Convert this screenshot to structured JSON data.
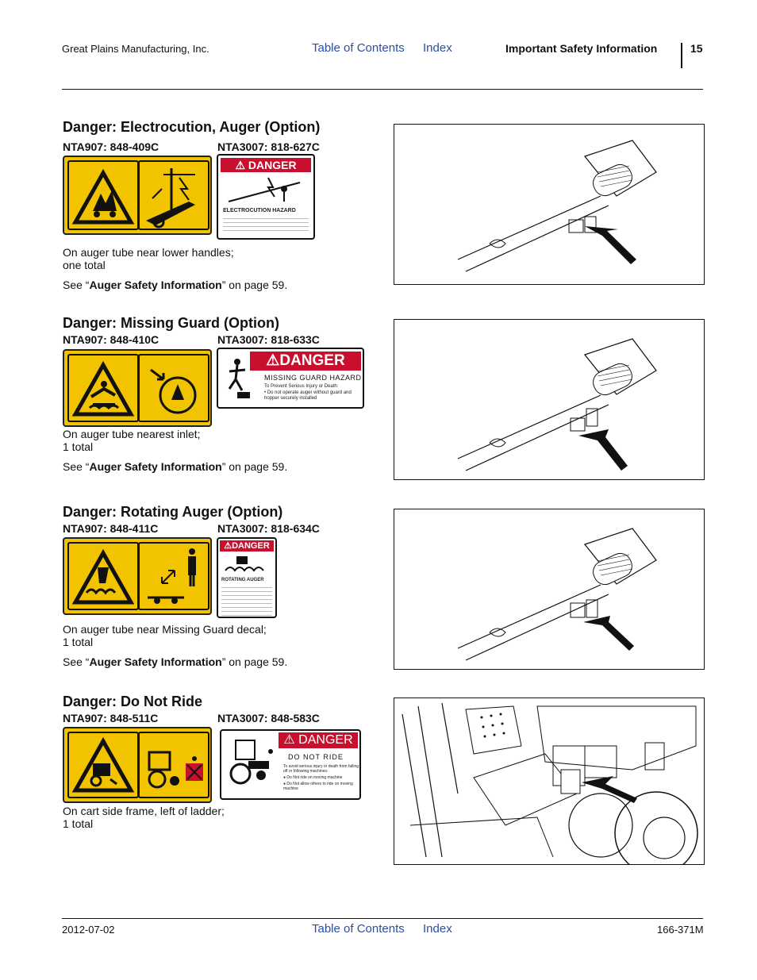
{
  "header": {
    "company": "Great Plains Manufacturing, Inc.",
    "toc_link": "Table of Contents",
    "index_link": "Index",
    "section": "Important Safety Information",
    "page_number": "15"
  },
  "sections": [
    {
      "title": "Danger: Electrocution, Auger (Option)",
      "pn_left": "NTA907: 848-409C",
      "pn_right": "NTA3007: 818-627C",
      "location_line1": "On auger tube near lower handles;",
      "location_line2": "one total",
      "see_prefix": "See “",
      "see_bold": "Auger Safety Information",
      "see_suffix": "” on page 59.",
      "decal_banner": "DANGER",
      "decal_hazard": "ELECTROCUTION HAZARD"
    },
    {
      "title": "Danger: Missing Guard (Option)",
      "pn_left": "NTA907: 848-410C",
      "pn_right": "NTA3007: 818-633C",
      "location_line1": "On auger tube nearest inlet;",
      "location_line2": "1 total",
      "see_prefix": "See “",
      "see_bold": "Auger Safety Information",
      "see_suffix": "” on page 59.",
      "decal_banner": "DANGER",
      "decal_hazard": "MISSING GUARD HAZARD",
      "decal_text1": "To Prevent Serious Injury or Death:",
      "decal_text2": "• Do not operate auger without guard and hopper securely installed"
    },
    {
      "title": "Danger: Rotating Auger (Option)",
      "pn_left": "NTA907: 848-411C",
      "pn_right": "NTA3007: 818-634C",
      "location_line1": "On auger tube near Missing Guard decal;",
      "location_line2": "1 total",
      "see_prefix": "See “",
      "see_bold": "Auger Safety Information",
      "see_suffix": "” on page 59.",
      "decal_banner": "DANGER",
      "decal_hazard": "ROTATING AUGER"
    },
    {
      "title": "Danger: Do Not Ride",
      "pn_left": "NTA907: 848-511C",
      "pn_right": "NTA3007: 848-583C",
      "location_line1": "On cart side frame, left of ladder;",
      "location_line2": "1 total",
      "decal_banner": "DANGER",
      "decal_hazard": "DO NOT RIDE",
      "decal_text1": "To avoid serious injury or death from falling off or following machines:",
      "decal_bullet1": "Do Not ride on moving machine",
      "decal_bullet2": "Do Not allow others to ride on moving machine"
    }
  ],
  "footer": {
    "date": "2012-07-02",
    "toc_link": "Table of Contents",
    "index_link": "Index",
    "doc_number": "166-371M"
  },
  "colors": {
    "link": "#2b4f9e",
    "decal_yellow": "#f2c400",
    "danger_red": "#c8102e"
  }
}
